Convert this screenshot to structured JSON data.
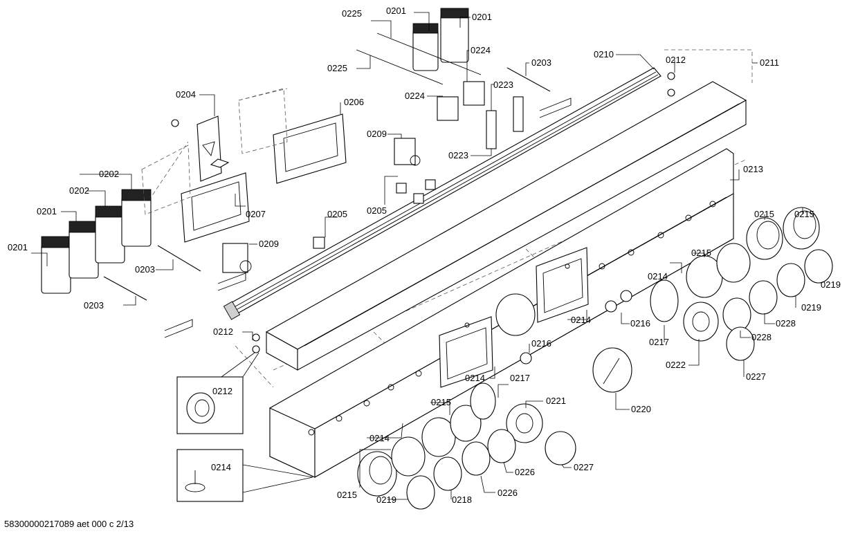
{
  "footer": {
    "code": "58300000217089 aet 000 c 2/13"
  },
  "labels": {
    "l0225a": "0225",
    "l0201a": "0201",
    "l0201b": "0201",
    "l0224a": "0224",
    "l0225b": "0225",
    "l0203a": "0203",
    "l0210": "0210",
    "l0212a": "0212",
    "l0211": "0211",
    "l0223a": "0223",
    "l0224b": "0224",
    "l0204": "0204",
    "l0206": "0206",
    "l0209a": "0209",
    "l0223b": "0223",
    "l0213": "0213",
    "l0202a": "0202",
    "l0202b": "0202",
    "l0201c": "0201",
    "l0201d": "0201",
    "l0207": "0207",
    "l0205a": "0205",
    "l0205b": "0205",
    "l0215a": "0215",
    "l0215b": "0215",
    "l0209b": "0209",
    "l0215c": "0215",
    "l0219a": "0219",
    "l0203b": "0203",
    "l0214a": "0214",
    "l0219b": "0219",
    "l0203c": "0203",
    "l0228a": "0228",
    "l0216a": "0216",
    "l0228b": "0228",
    "l0214b": "0214",
    "l0217a": "0217",
    "l0212b": "0212",
    "l0216b": "0216",
    "l0222": "0222",
    "l0227a": "0227",
    "l0214c": "0214",
    "l0217b": "0217",
    "l0212c": "0212",
    "l0221": "0221",
    "l0215d": "0215",
    "l0220": "0220",
    "l0214d": "0214",
    "l0214e": "0214",
    "l0226a": "0226",
    "l0227b": "0227",
    "l0215e": "0215",
    "l0219c": "0219",
    "l0218": "0218",
    "l0226b": "0226"
  }
}
